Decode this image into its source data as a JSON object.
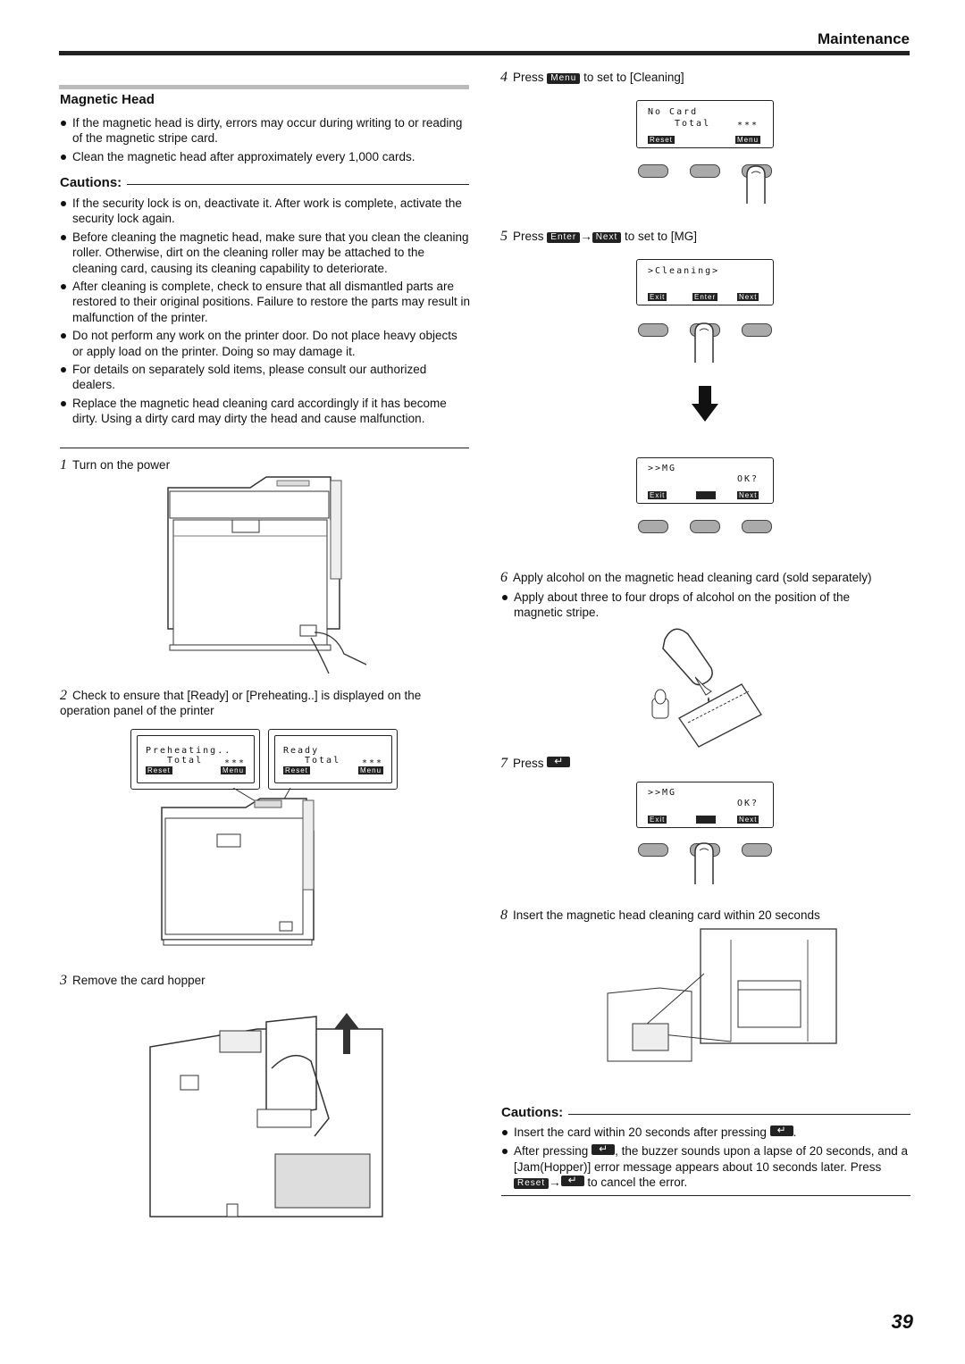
{
  "header": {
    "section": "Maintenance"
  },
  "magnetic_head": {
    "title": "Magnetic Head",
    "bullets": [
      "If the magnetic head is dirty, errors may occur during writing to or reading of the magnetic stripe card.",
      "Clean the magnetic head after approximately every 1,000 cards."
    ]
  },
  "cautions_left": {
    "heading": "Cautions:",
    "bullets": [
      "If the security lock is on, deactivate it. After work is complete, activate the security lock again.",
      "Before cleaning the magnetic head, make sure that you clean the cleaning roller. Otherwise, dirt on the cleaning roller may be attached to the cleaning card, causing its cleaning capability to deteriorate.",
      "After cleaning is complete, check to ensure that all dismantled parts are restored to their original positions. Failure to restore the parts may result in malfunction of the printer.",
      "Do not perform any work on the printer door. Do not place heavy objects or apply load on the printer. Doing so may damage it.",
      "For details on separately sold items, please consult our authorized dealers.",
      "Replace the magnetic head cleaning card accordingly if it has become dirty. Using a dirty card may dirty the head and cause malfunction."
    ]
  },
  "steps": {
    "s1": {
      "num": "1",
      "text": "Turn on the power"
    },
    "s2": {
      "num": "2",
      "text": "Check to ensure that [Ready] or [Preheating..] is displayed on the operation panel of the printer"
    },
    "s3": {
      "num": "3",
      "text": "Remove the card hopper"
    },
    "s4": {
      "num": "4",
      "pre": "Press",
      "key": "Menu",
      "post": "to set to [Cleaning]"
    },
    "s5": {
      "num": "5",
      "pre": "Press",
      "key1": "Enter",
      "arrow": "→",
      "key2": "Next",
      "post": "to set to [MG]"
    },
    "s6": {
      "num": "6",
      "text": "Apply alcohol on the magnetic head cleaning card (sold separately)",
      "bullet": "Apply about three to four drops of alcohol on the position of the magnetic stripe."
    },
    "s7": {
      "num": "7",
      "pre": "Press"
    },
    "s8": {
      "num": "8",
      "text": "Insert the magnetic head cleaning card within 20 seconds"
    }
  },
  "lcd_screens": {
    "preheating": {
      "line1": "Preheating..",
      "line2": "Total",
      "stars": "***",
      "k1": "Reset",
      "k3": "Menu"
    },
    "ready": {
      "line1": "Ready",
      "line2": "Total",
      "stars": "***",
      "k1": "Reset",
      "k3": "Menu"
    },
    "nocard": {
      "line1": "No Card",
      "line2": "Total",
      "stars": "***",
      "k1": "Reset",
      "k3": "Menu"
    },
    "cleaning": {
      "line1": ">Cleaning>",
      "k1": "Exit",
      "k2": "Enter",
      "k3": "Next"
    },
    "mg": {
      "line1": ">>MG",
      "line2": "OK?",
      "k1": "Exit",
      "k3": "Next"
    }
  },
  "cautions_right": {
    "heading": "Cautions:",
    "b1_pre": "Insert the card within 20 seconds after pressing",
    "b1_post": ".",
    "b2_pre": "After pressing",
    "b2_post": ", the buzzer sounds upon a lapse of 20 seconds, and a [Jam(Hopper)] error message appears about 10 seconds later.",
    "b2_press": "Press",
    "b2_key": "Reset",
    "b2_arrow": "→",
    "b2_end": "to cancel the error."
  },
  "page_number": "39"
}
